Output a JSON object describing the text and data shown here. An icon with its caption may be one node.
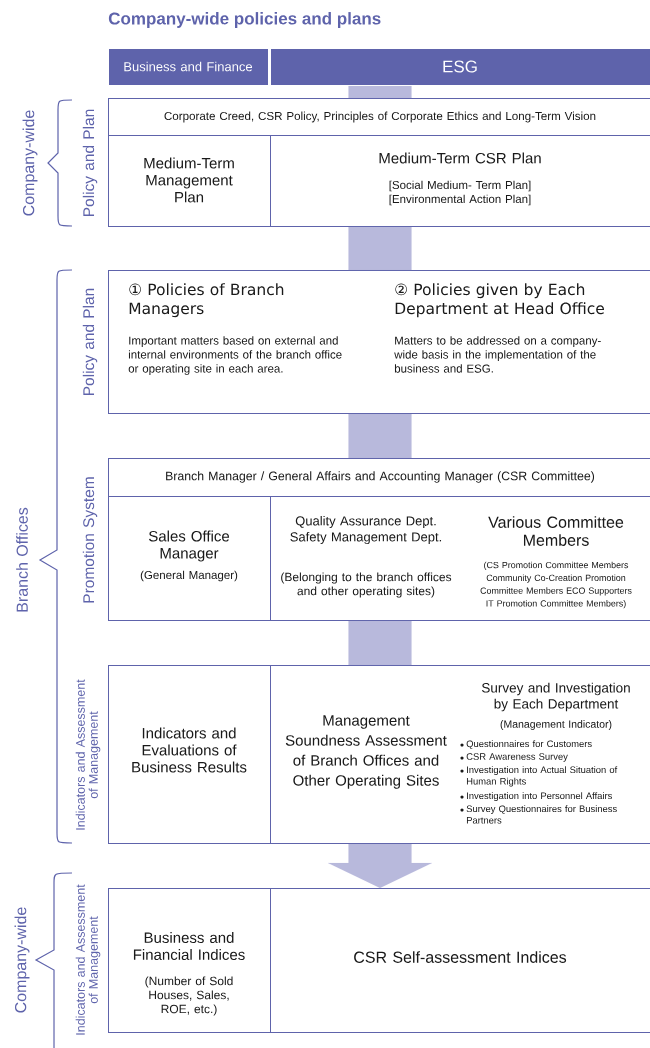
{
  "diagram": {
    "title": "Company-wide policies and plans",
    "nodes": [
      {
        "text": [
          "Business and Finance"
        ]
      },
      {
        "text": [
          "ESG"
        ]
      },
      {
        "text": [
          "Corporate Creed, CSR Policy, Principles of Corporate Ethics and Long-Term Vision"
        ]
      },
      {
        "text": [
          "Medium-Term Management Plan"
        ]
      },
      {
        "text": [
          "Medium-Term CSR Plan",
          "[Social Medium- Term Plan] [Environmental Action Plan]"
        ]
      },
      {
        "text": [
          "① Policies of Branch Managers",
          "Important matters based on external and internal environments of the branch office or operating site in each area.",
          "② Policies given by Each Department at Head Office",
          "Matters to be addressed on a company-wide basis in the implementation of the business and ESG."
        ]
      },
      {
        "text": [
          "Branch Manager / General Affairs and Accounting Manager (CSR Committee)"
        ]
      },
      {
        "text": [
          "Sales Office Manager",
          "(General Manager)"
        ]
      },
      {
        "text": [
          "Quality Assurance Dept. Safety Management Dept.",
          "(Belonging to the branch offices and other operating sites)",
          "Various Committee Members",
          "(CS Promotion Committee Members Community Co-Creation Promotion Committee Members ECO Supporters IT Promotion Committee Members)"
        ]
      },
      {
        "text": [
          "Indicators and Evaluations of Business Results"
        ]
      },
      {
        "text": [
          "Management Soundness Assessment of Branch Offices and Other Operating Sites",
          "Survey and Investigation by Each Department",
          "(Management Indicator)",
          "Questionnaires for Customers",
          "CSR Awareness Survey",
          "Investigation into Actual Situation of Human Rights",
          "Investigation into Personnel Affairs",
          "Survey Questionnaires for Business Partners"
        ]
      },
      {
        "text": [
          "Business and Financial Indices",
          "(Number of Sold Houses, Sales, ROE, etc.)"
        ]
      },
      {
        "text": [
          "CSR Self-assessment Indices"
        ]
      }
    ],
    "edges": [
      {
        "from": 1,
        "to": 2,
        "arrow": "none"
      },
      {
        "from": 4,
        "to": 5,
        "arrow": "none"
      },
      {
        "from": 5,
        "to": 6,
        "arrow": "none"
      },
      {
        "from": 8,
        "to": 10,
        "arrow": "none"
      },
      {
        "from": 10,
        "to": 12,
        "arrow": "to"
      }
    ],
    "labels": [
      "Company-wide",
      "Policy and Plan",
      "Branch Offices",
      "Policy and Plan",
      "Promotion System",
      "Indicators and Assessment of Management",
      "Company-wide",
      "Indicators and Assessment of Management"
    ]
  }
}
